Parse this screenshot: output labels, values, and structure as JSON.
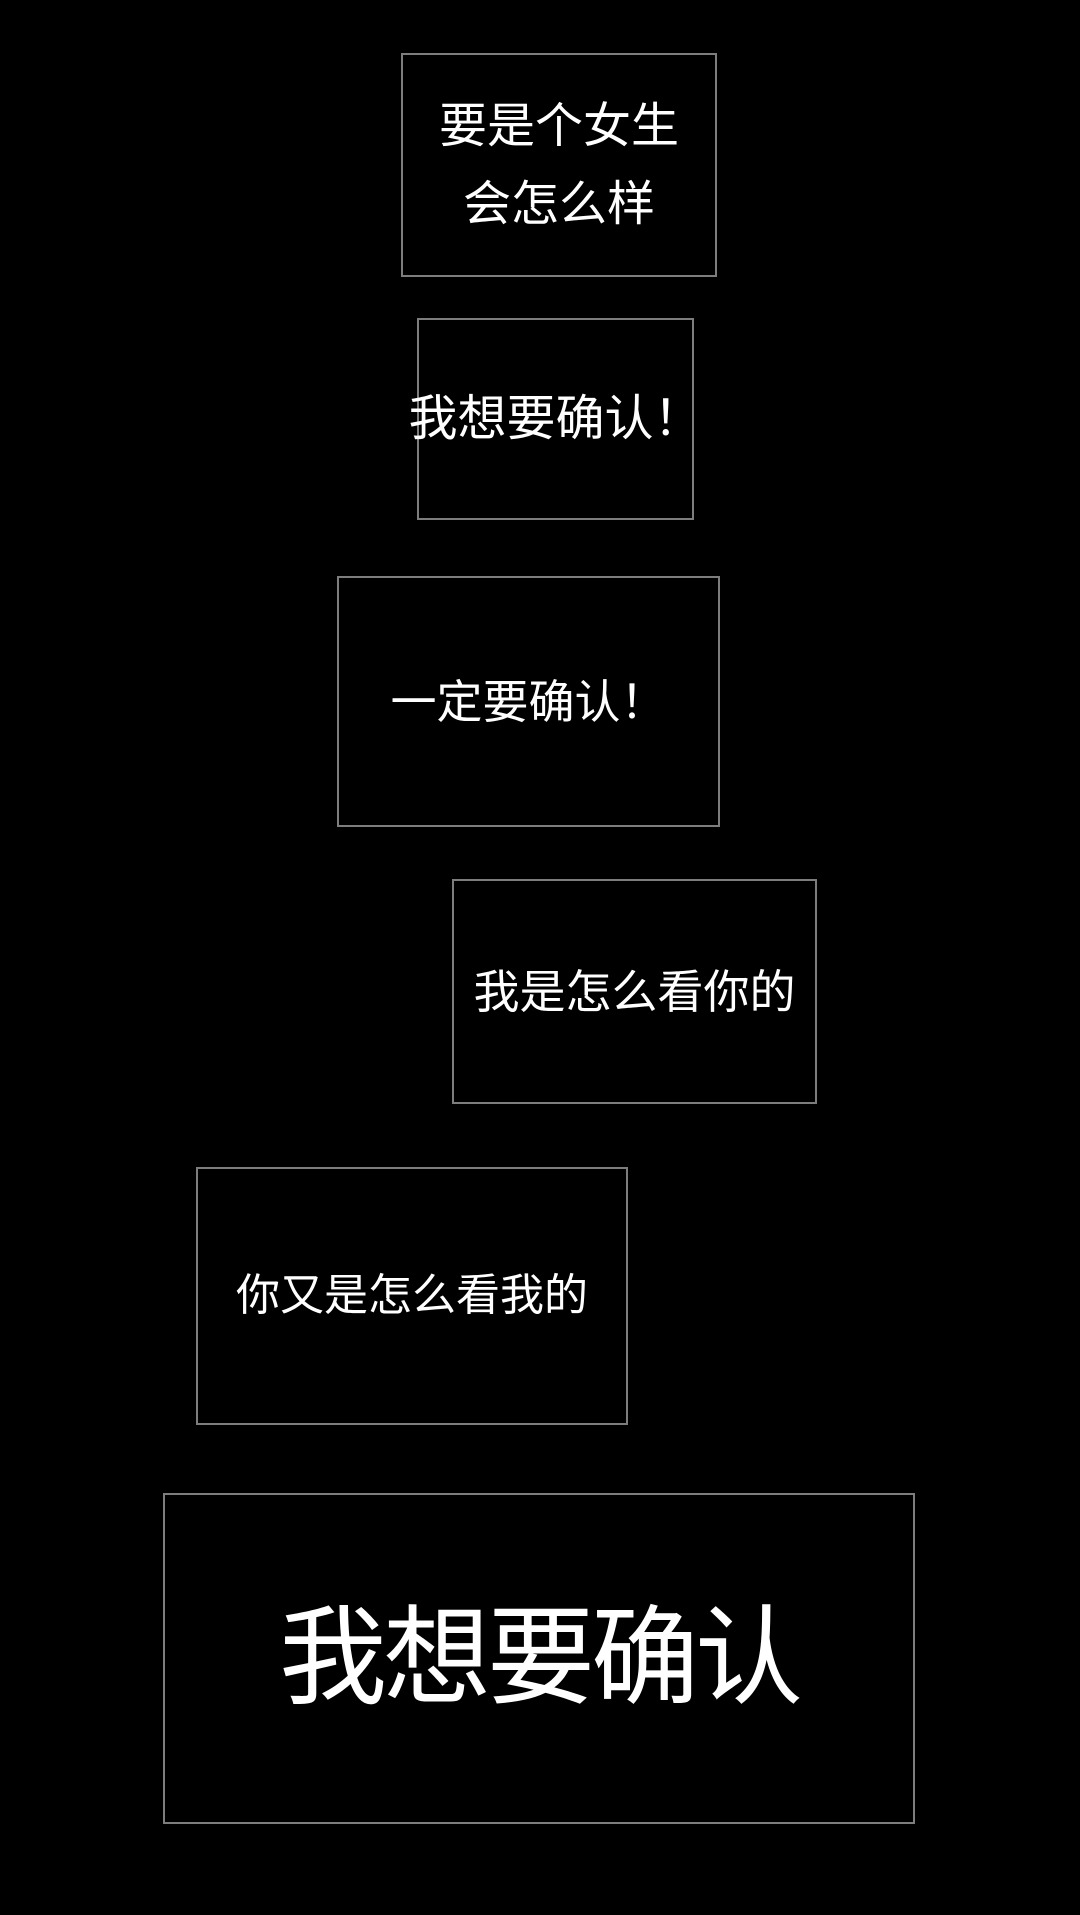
{
  "theme": {
    "background": "#000000",
    "panel_background": "#000000",
    "panel_border_color": "#7d7d7d",
    "text_color": "#ffffff"
  },
  "panels": [
    {
      "name": "panel-1",
      "lines": [
        "要是个女生",
        "会怎么样"
      ]
    },
    {
      "name": "panel-2",
      "lines": [
        "我想要确认！"
      ]
    },
    {
      "name": "panel-3",
      "lines": [
        "一定要确认！"
      ]
    },
    {
      "name": "panel-4",
      "lines": [
        "我是怎么看你的"
      ]
    },
    {
      "name": "panel-5",
      "lines": [
        "你又是怎么看我的"
      ]
    },
    {
      "name": "panel-6",
      "lines": [
        "我想要确认"
      ]
    }
  ]
}
